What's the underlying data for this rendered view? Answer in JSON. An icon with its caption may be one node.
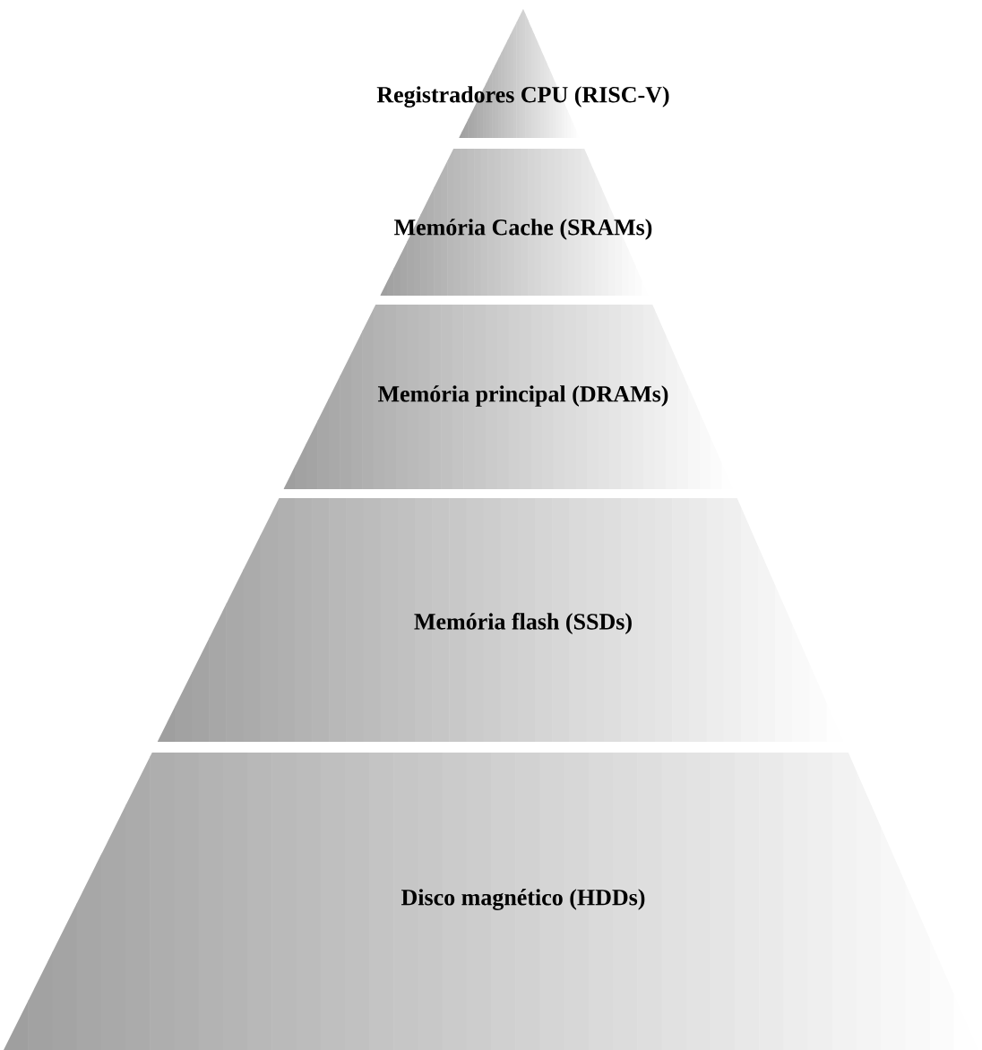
{
  "diagram": {
    "nodes": [
      {
        "text": [
          "Registradores CPU (RISC-V)"
        ]
      },
      {
        "text": [
          "Memória Cache (SRAMs)"
        ]
      },
      {
        "text": [
          "Memória principal (DRAMs)"
        ]
      },
      {
        "text": [
          "Memória flash (SSDs)"
        ]
      },
      {
        "text": [
          "Disco magnético (HDDs)"
        ]
      }
    ]
  }
}
